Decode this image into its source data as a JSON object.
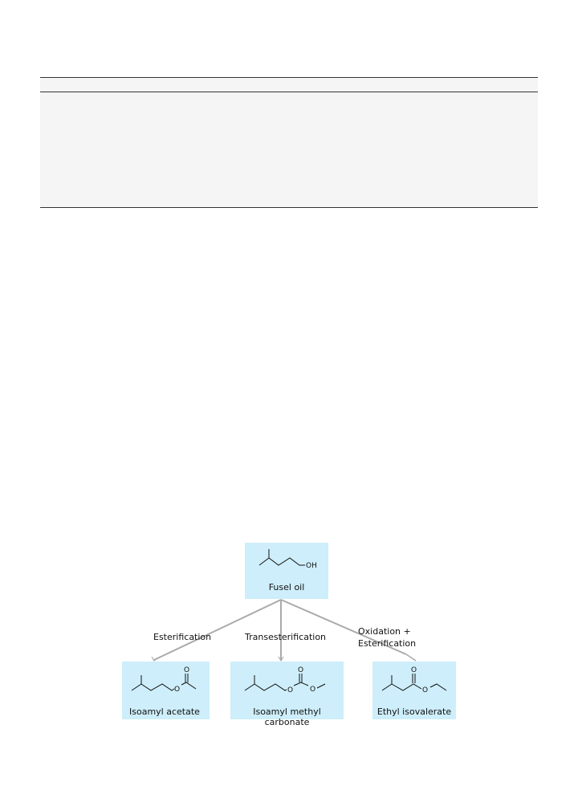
{
  "diagram": {
    "root": {
      "label": "Fusel oil",
      "hydroxyl_label": "OH"
    },
    "edges": [
      {
        "label": "Esterification"
      },
      {
        "label": "Transesterification"
      },
      {
        "label_line1": "Oxidation +",
        "label_line2": "Esterification"
      }
    ],
    "products": [
      {
        "label": "Isoamyl acetate",
        "oxygen_label": "O",
        "carbonyl_label": "O"
      },
      {
        "label": "Isoamyl methyl carbonate",
        "oxygen1_label": "O",
        "oxygen2_label": "O",
        "carbonyl_label": "O"
      },
      {
        "label": "Ethyl isovalerate",
        "oxygen_label": "O",
        "carbonyl_label": "O"
      }
    ],
    "colors": {
      "box_fill": "#cdeefa",
      "connector": "#aaaaaa",
      "ink": "#111111"
    }
  }
}
